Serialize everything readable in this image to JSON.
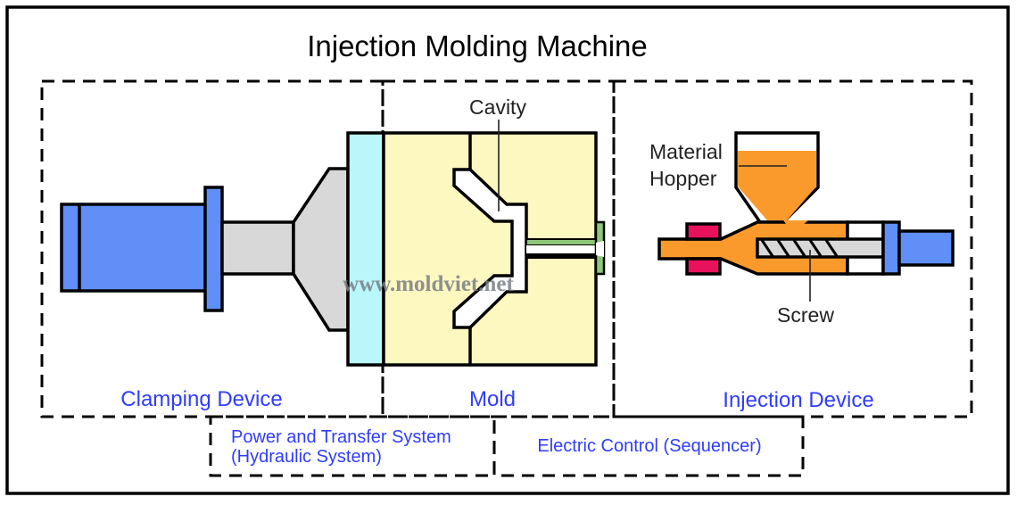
{
  "title": "Injection Molding Machine",
  "sections": {
    "clamping": "Clamping Device",
    "mold": "Mold",
    "injection": "Injection Device"
  },
  "subsystems": {
    "power_line1": "Power and Transfer System",
    "power_line2": "(Hydraulic System)",
    "electric": "Electric Control (Sequencer)"
  },
  "callouts": {
    "cavity": "Cavity",
    "hopper_line1": "Material",
    "hopper_line2": "Hopper",
    "screw": "Screw"
  },
  "watermark": "www.moldviet.net",
  "colors": {
    "cylinder_blue": "#5f8ff7",
    "ram_gray": "#d8d8d8",
    "platen_cyan": "#b9f7fb",
    "mold_yellow": "#fdf8c0",
    "material_orange": "#fb9a2c",
    "heater_red": "#e8125c",
    "sprue_green": "#8fc77a",
    "label_blue": "#2f3cff"
  }
}
